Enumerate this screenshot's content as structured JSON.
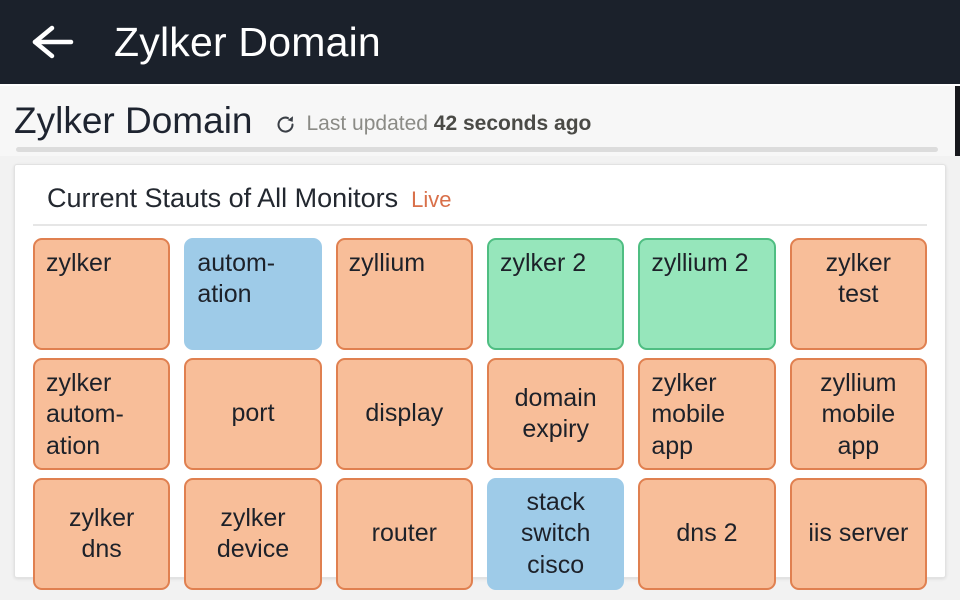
{
  "appbar": {
    "back_icon": "back-arrow-icon",
    "title": "Zylker Domain",
    "background": "#1b212b"
  },
  "subheader": {
    "title": "Zylker Domain",
    "refresh_icon": "refresh-icon",
    "updated_prefix": "Last updated ",
    "updated_value": "42 seconds ago"
  },
  "card": {
    "title": "Current Stauts of All Monitors",
    "live_label": "Live",
    "live_color": "#d9704a"
  },
  "legend_colors": {
    "up": "#f8be99",
    "up_border": "#e08050",
    "trouble": "#96e6bb",
    "trouble_border": "#4fbe82",
    "down": "#9ecbe8",
    "down_border": "#9ecbe8"
  },
  "monitors": [
    {
      "label": "zylker",
      "status": "up",
      "align": "al-top-left"
    },
    {
      "label": "autom-\nation",
      "status": "down",
      "align": "al-top-left"
    },
    {
      "label": "zyllium",
      "status": "up",
      "align": "al-top-left"
    },
    {
      "label": "zylker 2",
      "status": "trouble",
      "align": "al-top-left"
    },
    {
      "label": "zyllium 2",
      "status": "trouble",
      "align": "al-top-left"
    },
    {
      "label": "zylker test",
      "status": "up",
      "align": "al-top-center"
    },
    {
      "label": "zylker autom-\nation",
      "status": "up",
      "align": "al-top-left"
    },
    {
      "label": "port",
      "status": "up",
      "align": "al-mid-center"
    },
    {
      "label": "display",
      "status": "up",
      "align": "al-mid-center"
    },
    {
      "label": "domain expiry",
      "status": "up",
      "align": "al-mid-center"
    },
    {
      "label": "zylker mobile app",
      "status": "up",
      "align": "al-top-left"
    },
    {
      "label": "zyllium mobile app",
      "status": "up",
      "align": "al-top-center"
    },
    {
      "label": "zylker dns",
      "status": "up",
      "align": "al-mid-center"
    },
    {
      "label": "zylker device",
      "status": "up",
      "align": "al-mid-center"
    },
    {
      "label": "router",
      "status": "up",
      "align": "al-mid-center"
    },
    {
      "label": "stack switch cisco",
      "status": "down",
      "align": "al-mid-center"
    },
    {
      "label": "dns 2",
      "status": "up",
      "align": "al-mid-center"
    },
    {
      "label": "iis server",
      "status": "up",
      "align": "al-mid-center"
    }
  ]
}
